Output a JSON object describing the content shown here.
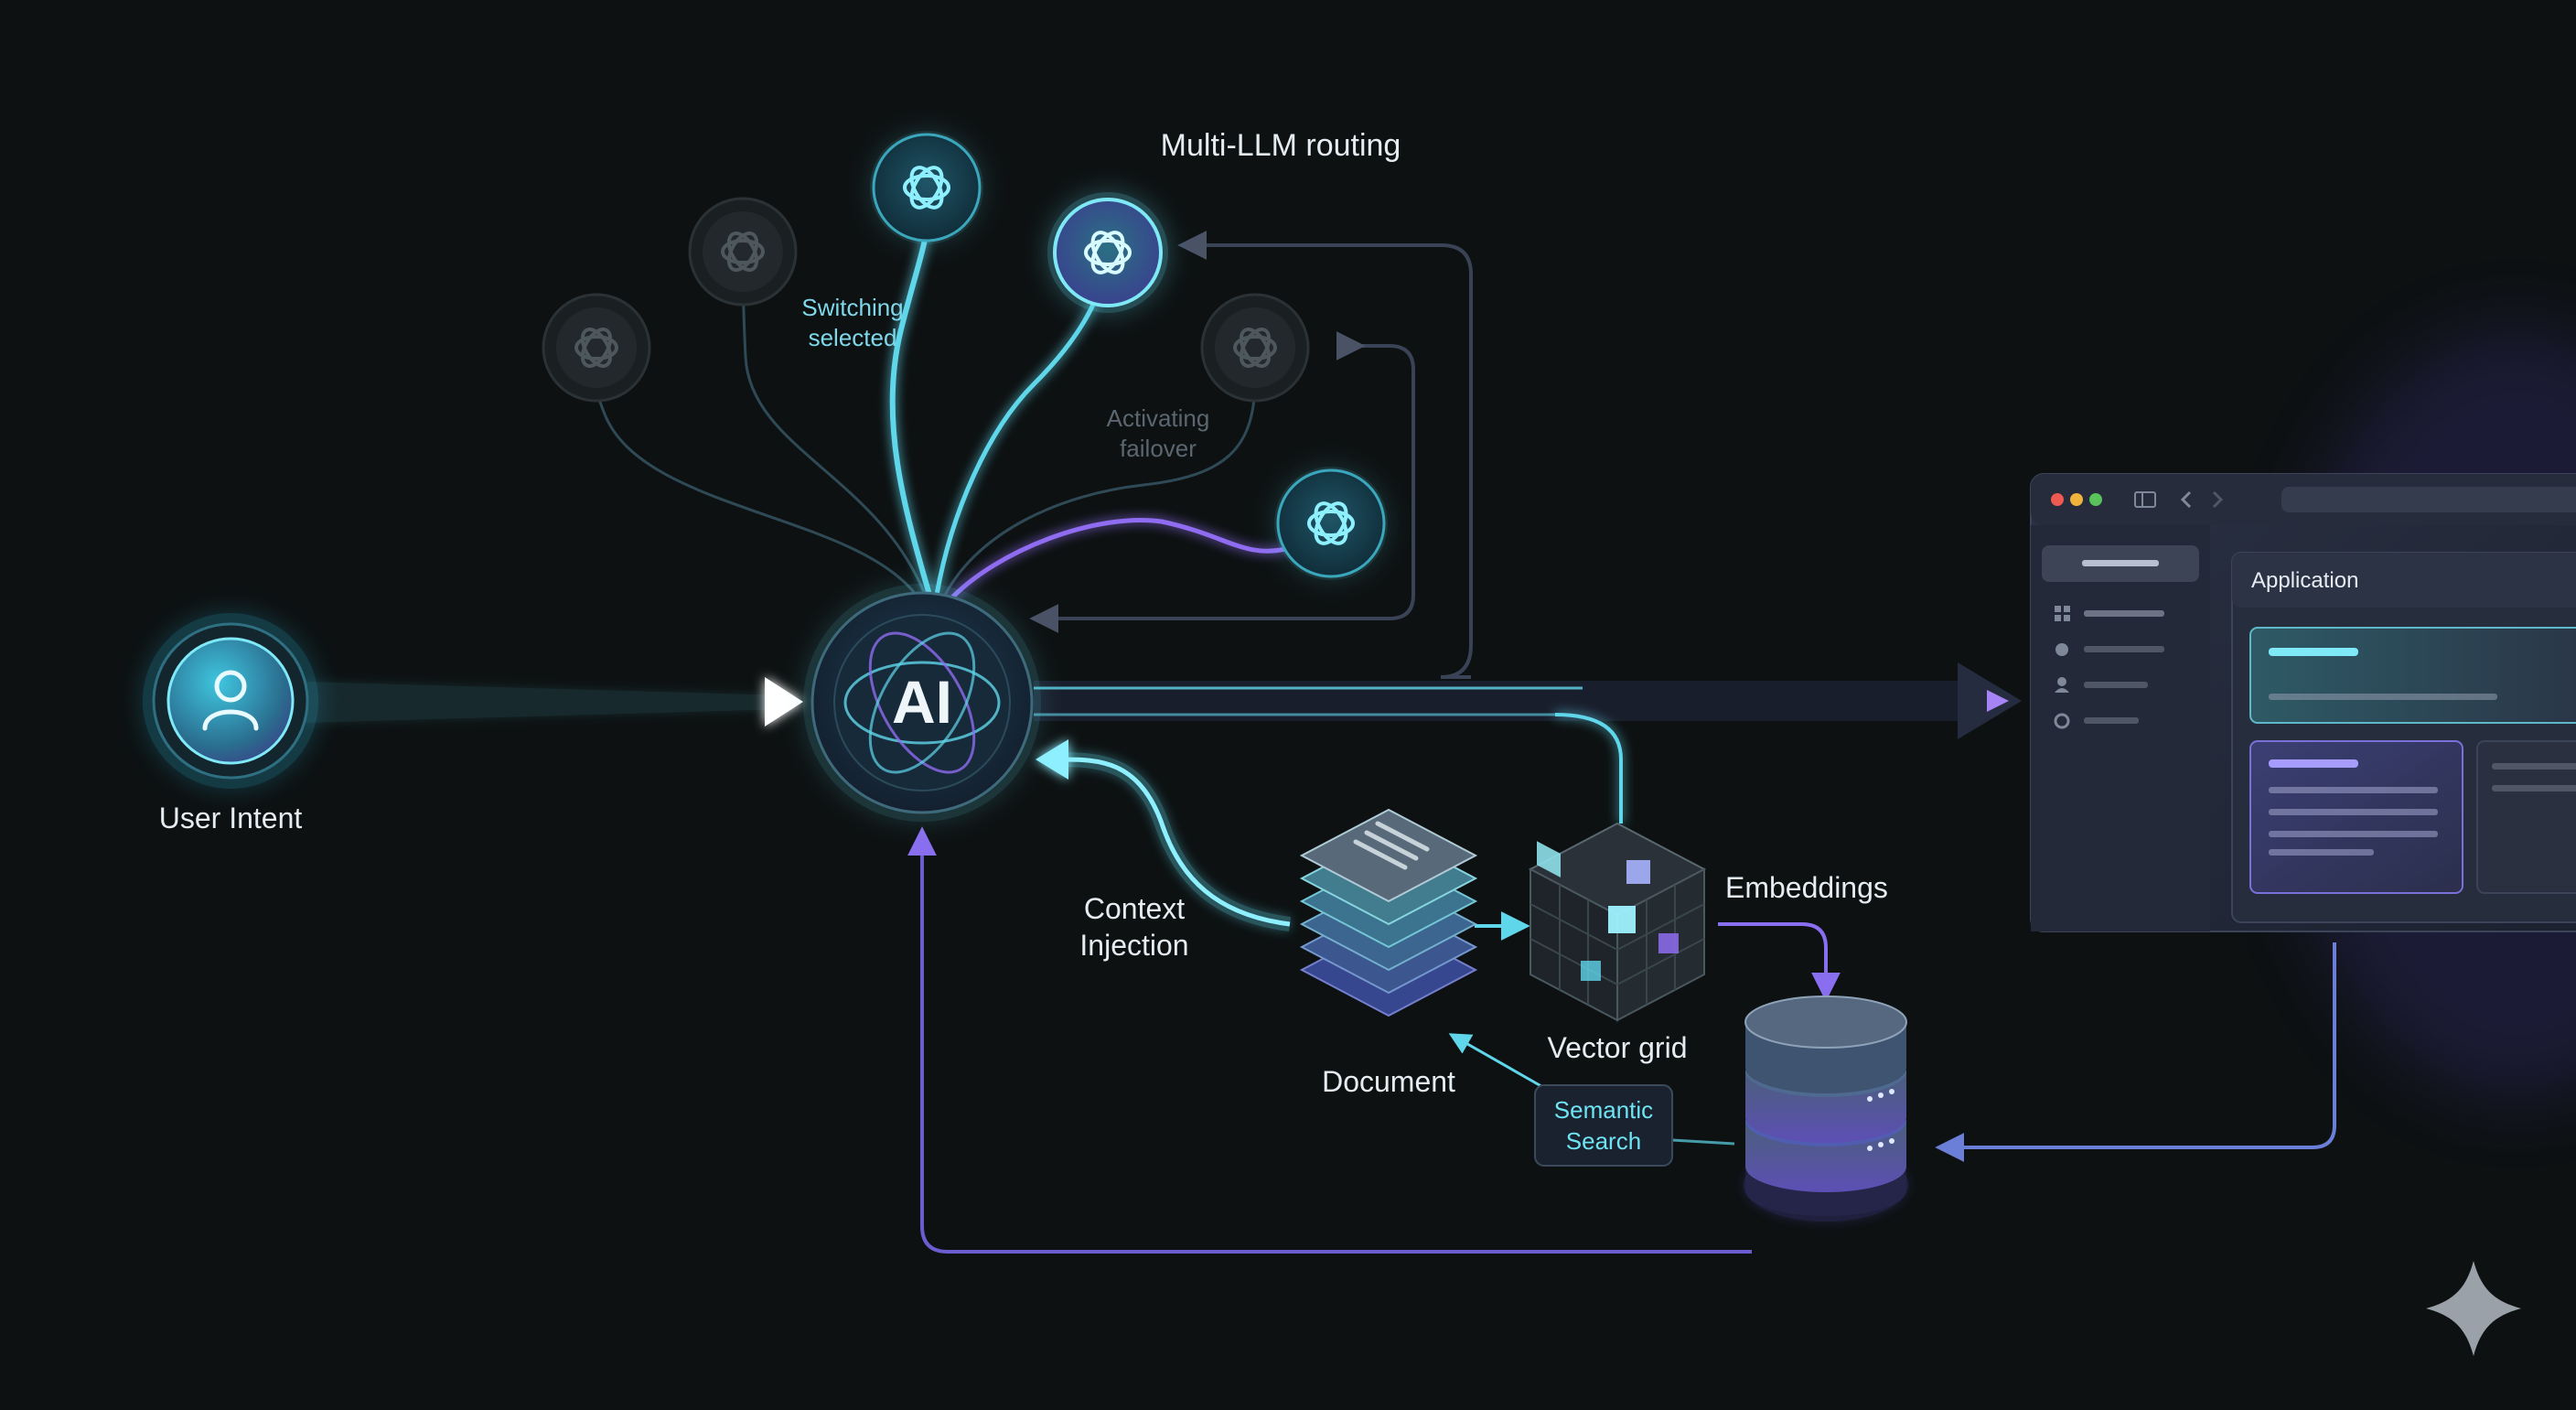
{
  "title": "Multi-LLM routing",
  "nodes": {
    "user": "User Intent",
    "ai": "AI",
    "document": "Document",
    "vector_grid": "Vector grid",
    "embeddings": "Embeddings",
    "semantic_search": [
      "Semantic",
      "Search"
    ],
    "context_injection": [
      "Context",
      "Injection"
    ],
    "application": "Application"
  },
  "model_labels": {
    "switching": [
      "Switching",
      "selected"
    ],
    "failover": [
      "Activating",
      "failover"
    ]
  },
  "models": [
    {
      "name": "model-node-1",
      "state": "inactive"
    },
    {
      "name": "model-node-2",
      "state": "inactive"
    },
    {
      "name": "model-node-3",
      "state": "active"
    },
    {
      "name": "model-node-4",
      "state": "selected"
    },
    {
      "name": "model-node-5",
      "state": "inactive"
    },
    {
      "name": "model-node-6",
      "state": "active"
    }
  ],
  "colors": {
    "background": "#0d1112",
    "cyan": "#5fe3f2",
    "violet": "#8f6cf0",
    "muted_line": "#3a4356",
    "text": "#e6edf2"
  },
  "icons": {
    "user": "user-icon",
    "model": "openai-knot-icon",
    "ai": "ai-orb-icon",
    "document": "document-stack-icon",
    "vector": "cube-grid-icon",
    "database": "database-icon",
    "window": "app-window-icon",
    "sparkle": "sparkle-icon"
  }
}
